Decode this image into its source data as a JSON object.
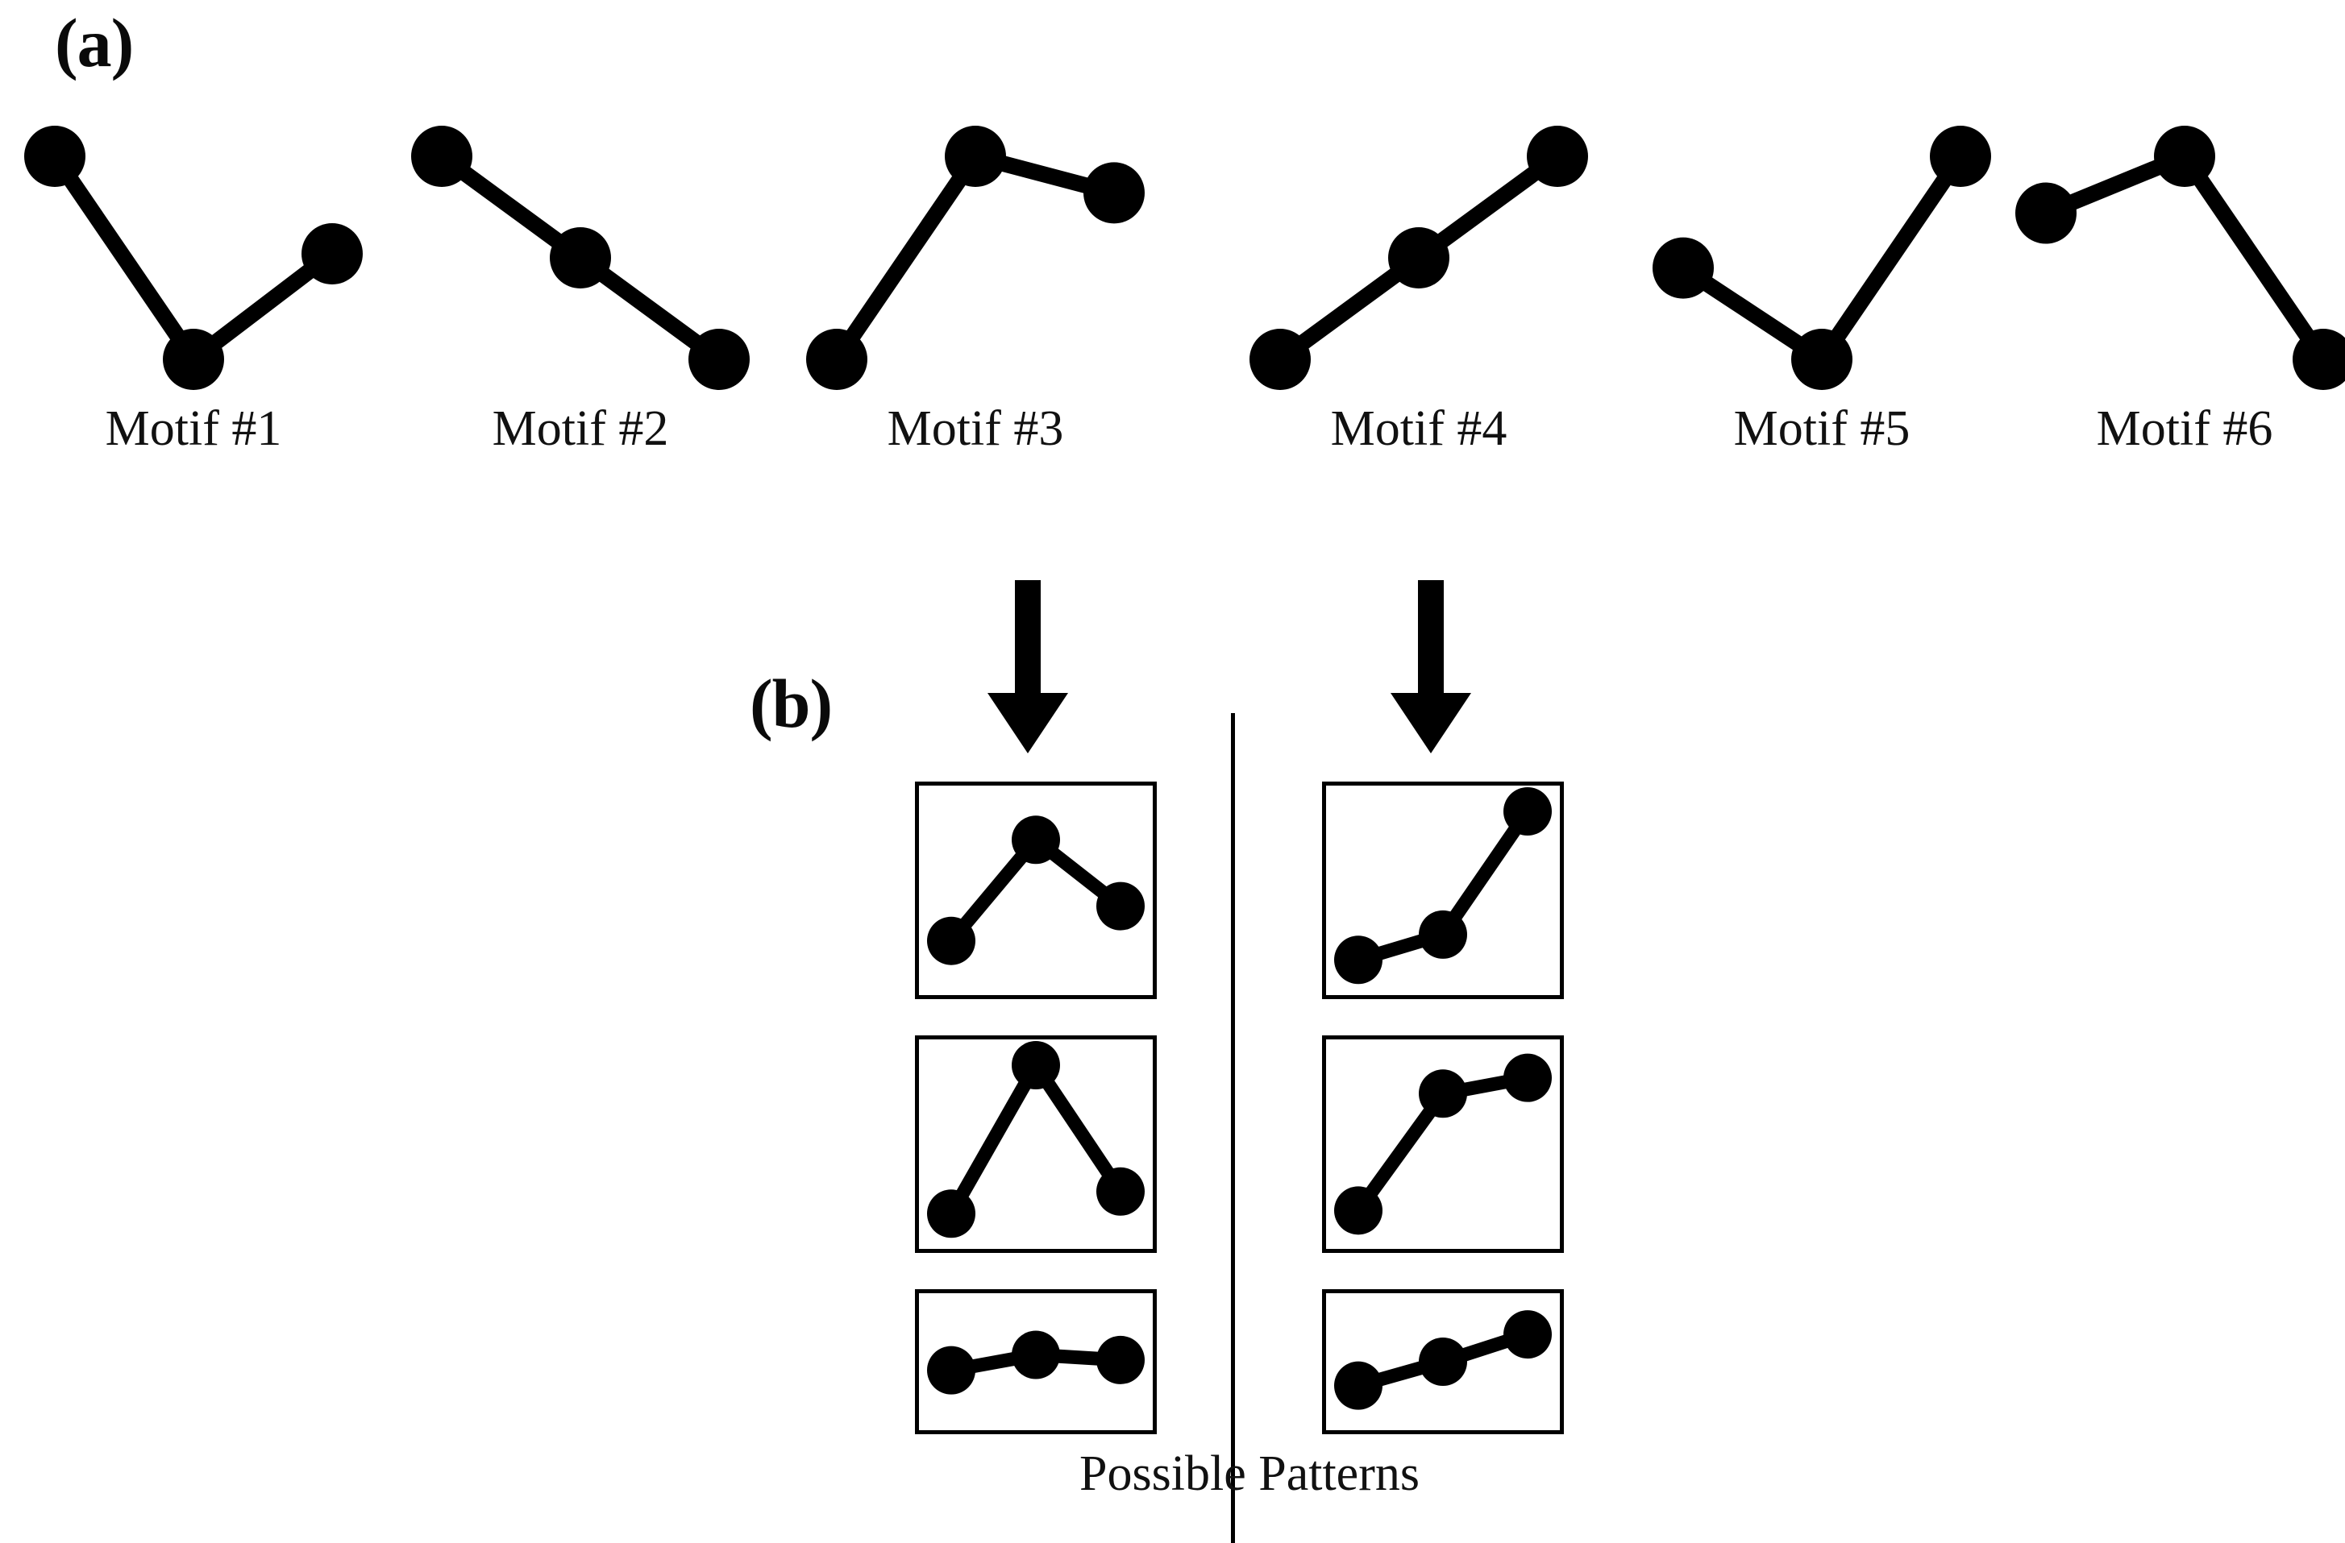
{
  "figure": {
    "section_a_label": "(a)",
    "section_b_label": "(b)",
    "possible_patterns_label": "Possible Patterns",
    "ink_color": "#000000",
    "background_color": "#ffffff"
  },
  "chart_data": {
    "type": "line",
    "title": "",
    "subtitle": "",
    "xlabel": "",
    "ylabel": "",
    "grid": false,
    "legend": "none",
    "xlim": [
      0,
      2
    ],
    "ylim": [
      0,
      1
    ],
    "description": "Six three-point shape motifs (a) and two columns of possible concrete patterns (b) derived from Motif #3 and Motif #4.",
    "series": [
      {
        "name": "Motif #1",
        "label": "Motif #1",
        "shape": "down-up",
        "x": [
          0,
          1,
          2
        ],
        "values": [
          1.0,
          0.0,
          0.52
        ]
      },
      {
        "name": "Motif #2",
        "label": "Motif #2",
        "shape": "decreasing",
        "x": [
          0,
          1,
          2
        ],
        "values": [
          1.0,
          0.5,
          0.0
        ]
      },
      {
        "name": "Motif #3",
        "label": "Motif #3",
        "shape": "up-down",
        "x": [
          0,
          1,
          2
        ],
        "values": [
          0.0,
          1.0,
          0.82
        ]
      },
      {
        "name": "Motif #4",
        "label": "Motif #4",
        "shape": "increasing",
        "x": [
          0,
          1,
          2
        ],
        "values": [
          0.0,
          0.5,
          1.0
        ]
      },
      {
        "name": "Motif #5",
        "label": "Motif #5",
        "shape": "down-up",
        "x": [
          0,
          1,
          2
        ],
        "values": [
          0.45,
          0.0,
          1.0
        ]
      },
      {
        "name": "Motif #6",
        "label": "Motif #6",
        "shape": "up-down",
        "x": [
          0,
          1,
          2
        ],
        "values": [
          0.72,
          1.0,
          0.0
        ]
      }
    ],
    "pattern_columns": [
      {
        "source_motif": "Motif #3",
        "arrow": "down-arrow",
        "patterns": [
          {
            "name": "pattern-3-1",
            "x": [
              0,
              1,
              2
            ],
            "values": [
              0.18,
              0.82,
              0.4
            ],
            "box": "tall"
          },
          {
            "name": "pattern-3-2",
            "x": [
              0,
              1,
              2
            ],
            "values": [
              0.06,
              1.0,
              0.2
            ],
            "box": "tall"
          },
          {
            "name": "pattern-3-3",
            "x": [
              0,
              1,
              2
            ],
            "values": [
              0.4,
              0.58,
              0.52
            ],
            "box": "short"
          }
        ]
      },
      {
        "source_motif": "Motif #4",
        "arrow": "down-arrow",
        "patterns": [
          {
            "name": "pattern-4-1",
            "x": [
              0,
              1,
              2
            ],
            "values": [
              0.06,
              0.22,
              1.0
            ],
            "box": "tall"
          },
          {
            "name": "pattern-4-2",
            "x": [
              0,
              1,
              2
            ],
            "values": [
              0.08,
              0.82,
              0.92
            ],
            "box": "tall"
          },
          {
            "name": "pattern-4-3",
            "x": [
              0,
              1,
              2
            ],
            "values": [
              0.22,
              0.5,
              0.82
            ],
            "box": "short"
          }
        ]
      }
    ]
  },
  "motifs": [
    {
      "label": "Motif #1"
    },
    {
      "label": "Motif #2"
    },
    {
      "label": "Motif #3"
    },
    {
      "label": "Motif #4"
    },
    {
      "label": "Motif #5"
    },
    {
      "label": "Motif #6"
    }
  ]
}
